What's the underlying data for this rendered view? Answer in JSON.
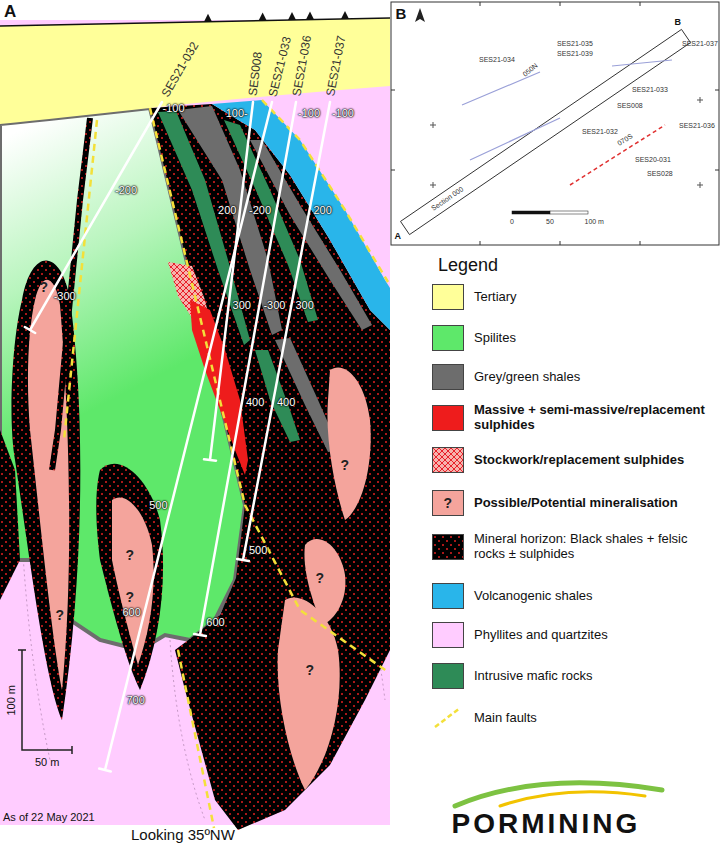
{
  "diagram": {
    "labels": [
      "A",
      "B",
      "SES21-032",
      "SES008",
      "SES21-033",
      "SES21-036",
      "SES21-037",
      "-100",
      "-200",
      "-300",
      "100-",
      "-100",
      "-100",
      "200",
      "-200",
      "200",
      "300",
      "-300",
      "300",
      "400",
      "400",
      "500",
      "500",
      "600",
      "600",
      "700",
      "?",
      "?",
      "?",
      "?",
      "?",
      "?",
      "?",
      "100 m",
      "50 m",
      "As of 22 May 2021",
      "Looking 35ºNW",
      "Legend",
      "?",
      "PORMINING",
      "A",
      "B",
      "Section 000",
      "SES21-034",
      "050N",
      "SES21-035",
      "SES21-039",
      "SES21-037",
      "SES21-033",
      "SES008",
      "SES21-032",
      "070S",
      "SES21-036",
      "SES20-031",
      "SES028",
      "0",
      "50",
      "100 m"
    ],
    "legend": [
      {
        "text": "Tertiary",
        "color": "#ffff99"
      },
      {
        "text": "Spilites",
        "color": "#5ee86a"
      },
      {
        "text": "Grey/green shales",
        "color": "#6d6d6d"
      },
      {
        "text": "Massive + semi-massive/replacement sulphides",
        "color": "#ee1c1c"
      },
      {
        "text": "Stockwork/replacement sulphides"
      },
      {
        "text": "Possible/Potential mineralisation",
        "color": "#f4a49c"
      },
      {
        "text": "Mineral horizon: Black shales + felsic rocks ± sulphides"
      },
      {
        "text": "Volcanogenic shales",
        "color": "#29b5ea"
      },
      {
        "text": "Phyllites and quartzites",
        "color": "#ffccff"
      },
      {
        "text": "Intrusive mafic rocks",
        "color": "#2e8b57"
      },
      {
        "text": "Main faults"
      }
    ]
  }
}
